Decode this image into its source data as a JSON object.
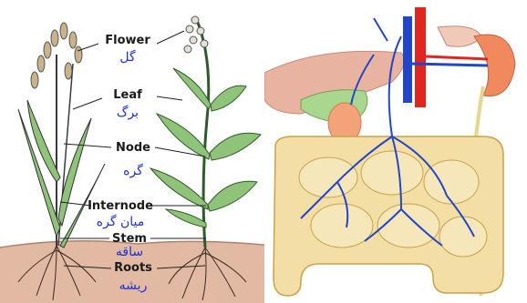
{
  "plant_labels": [
    {
      "en": "Flower",
      "fa": "گل"
    },
    {
      "en": "Leaf",
      "fa": "برگ"
    },
    {
      "en": "Node",
      "fa": "گره"
    },
    {
      "en": "Internode",
      "fa": "میان گره"
    },
    {
      "en": "Stem",
      "fa": "ساقه"
    },
    {
      "en": "Roots",
      "fa": "ریشه"
    }
  ],
  "colors": {
    "label_en": "#1a1a1a",
    "label_fa": "#1e2fd6",
    "soil": "#e2b9a3",
    "leaf_green": "#8fc37a",
    "leaf_dark": "#2f5b2a",
    "intestine": "#f3dfa6",
    "intestine_outline": "#c9a24a",
    "vein_blue": "#2346c7",
    "artery_red": "#e0261f",
    "kidney": "#f08a5e",
    "gallbladder": "#a9d78f",
    "liver": "#e8b3a0"
  }
}
